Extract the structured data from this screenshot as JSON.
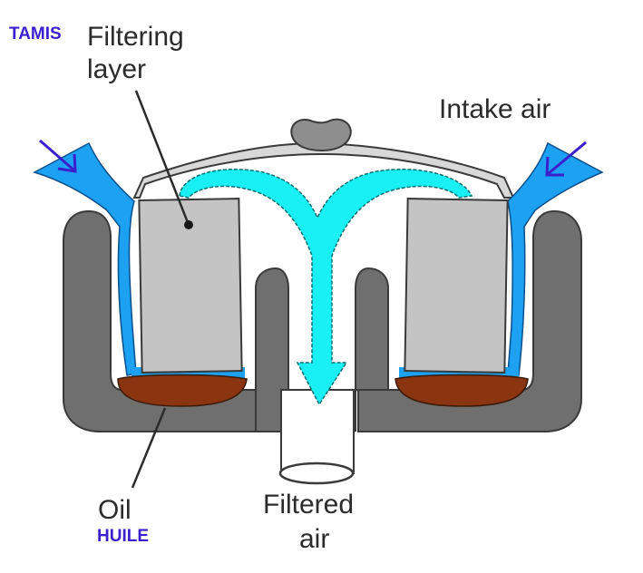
{
  "labels": {
    "tamis": "TAMIS",
    "filtering_layer_line1": "Filtering",
    "filtering_layer_line2": "layer",
    "intake_air": "Intake air",
    "oil": "Oil",
    "huile": "HUILE",
    "filtered_air_line1": "Filtered",
    "filtered_air_line2": "air"
  },
  "colors": {
    "housing": "#6f6f6f",
    "filter_element": "#c4c4c4",
    "intake_air": "#1da1f2",
    "airflow": "#19f0f5",
    "oil": "#8a3510",
    "annotation_text": "#3a1fcf",
    "label_text": "#2b2b2b"
  }
}
